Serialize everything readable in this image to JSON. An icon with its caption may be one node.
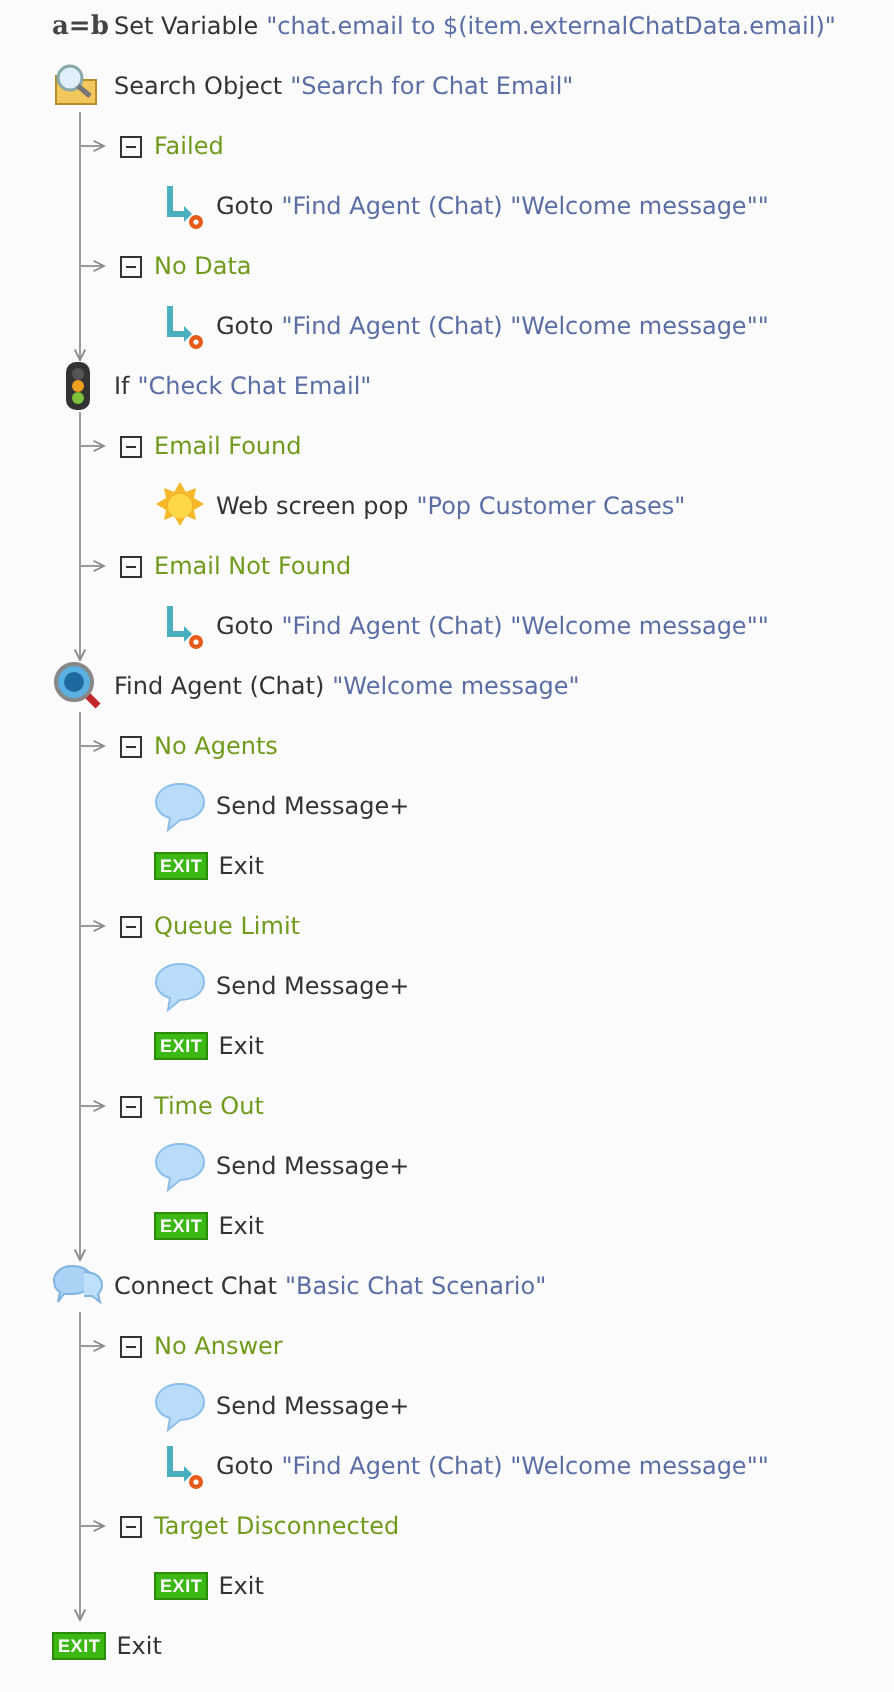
{
  "diagram": {
    "nodes": [
      {
        "text": [
          "a=b",
          "Set Variable",
          "\"chat.email to $(item.externalChatData.email)\""
        ]
      },
      {
        "text": [
          "Search Object",
          "\"Search for Chat Email\""
        ]
      },
      {
        "text": [
          "Failed"
        ]
      },
      {
        "text": [
          "Goto",
          "\"Find Agent (Chat) \"Welcome message\"\""
        ]
      },
      {
        "text": [
          "No Data"
        ]
      },
      {
        "text": [
          "Goto",
          "\"Find Agent (Chat) \"Welcome message\"\""
        ]
      },
      {
        "text": [
          "If",
          "\"Check Chat Email\""
        ]
      },
      {
        "text": [
          "Email Found"
        ]
      },
      {
        "text": [
          "Web screen pop",
          "\"Pop Customer Cases\""
        ]
      },
      {
        "text": [
          "Email Not Found"
        ]
      },
      {
        "text": [
          "Goto",
          "\"Find Agent (Chat) \"Welcome message\"\""
        ]
      },
      {
        "text": [
          "Find Agent (Chat)",
          "\"Welcome message\""
        ]
      },
      {
        "text": [
          "No Agents"
        ]
      },
      {
        "text": [
          "Send Message+"
        ]
      },
      {
        "text": [
          "EXIT",
          "Exit"
        ]
      },
      {
        "text": [
          "Queue Limit"
        ]
      },
      {
        "text": [
          "Send Message+"
        ]
      },
      {
        "text": [
          "EXIT",
          "Exit"
        ]
      },
      {
        "text": [
          "Time Out"
        ]
      },
      {
        "text": [
          "Send Message+"
        ]
      },
      {
        "text": [
          "EXIT",
          "Exit"
        ]
      },
      {
        "text": [
          "Connect Chat",
          "\"Basic Chat Scenario\""
        ]
      },
      {
        "text": [
          "No Answer"
        ]
      },
      {
        "text": [
          "Send Message+"
        ]
      },
      {
        "text": [
          "Goto",
          "\"Find Agent (Chat) \"Welcome message\"\""
        ]
      },
      {
        "text": [
          "Target Disconnected"
        ]
      },
      {
        "text": [
          "EXIT",
          "Exit"
        ]
      },
      {
        "text": [
          "EXIT",
          "Exit"
        ]
      }
    ],
    "edges": [
      {
        "from": 1,
        "to": 6,
        "arrow": "to"
      },
      {
        "from": 1,
        "to": 2,
        "arrow": "to"
      },
      {
        "from": 1,
        "to": 4,
        "arrow": "to"
      },
      {
        "from": 6,
        "to": 11,
        "arrow": "to"
      },
      {
        "from": 6,
        "to": 7,
        "arrow": "to"
      },
      {
        "from": 6,
        "to": 9,
        "arrow": "to"
      },
      {
        "from": 11,
        "to": 21,
        "arrow": "to"
      },
      {
        "from": 11,
        "to": 12,
        "arrow": "to"
      },
      {
        "from": 11,
        "to": 15,
        "arrow": "to"
      },
      {
        "from": 11,
        "to": 18,
        "arrow": "to"
      },
      {
        "from": 21,
        "to": 27,
        "arrow": "to"
      },
      {
        "from": 21,
        "to": 22,
        "arrow": "to"
      },
      {
        "from": 21,
        "to": 25,
        "arrow": "to"
      }
    ]
  }
}
